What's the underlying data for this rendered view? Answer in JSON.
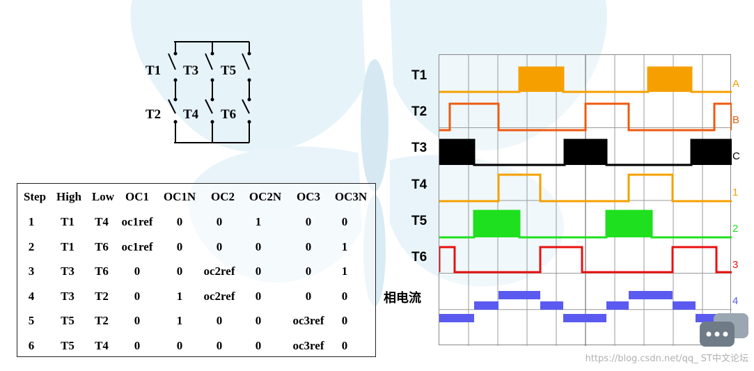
{
  "switches": {
    "top": [
      "T1",
      "T3",
      "T5"
    ],
    "bottom": [
      "T2",
      "T4",
      "T6"
    ]
  },
  "table": {
    "headers": [
      "Step",
      "High",
      "Low",
      "OC1",
      "OC1N",
      "OC2",
      "OC2N",
      "OC3",
      "OC3N"
    ],
    "rows": [
      [
        "1",
        "T1",
        "T4",
        "oc1ref",
        "0",
        "0",
        "1",
        "0",
        "0"
      ],
      [
        "2",
        "T1",
        "T6",
        "oc1ref",
        "0",
        "0",
        "0",
        "0",
        "1"
      ],
      [
        "3",
        "T3",
        "T6",
        "0",
        "0",
        "oc2ref",
        "0",
        "0",
        "1"
      ],
      [
        "4",
        "T3",
        "T2",
        "0",
        "1",
        "oc2ref",
        "0",
        "0",
        "0"
      ],
      [
        "5",
        "T5",
        "T2",
        "0",
        "1",
        "0",
        "0",
        "oc3ref",
        "0"
      ],
      [
        "6",
        "T5",
        "T4",
        "0",
        "0",
        "0",
        "0",
        "oc3ref",
        "0"
      ]
    ]
  },
  "scope": {
    "trace_labels": [
      "T1",
      "T2",
      "T3",
      "T4",
      "T5",
      "T6",
      "相电流"
    ],
    "channel_markers": [
      "A",
      "B",
      "C",
      "1",
      "2",
      "3",
      "4"
    ],
    "colors": {
      "T1": "#f5a000",
      "T2": "#ee5a10",
      "T3": "#000000",
      "T4": "#f5a000",
      "T5": "#1ee01e",
      "T6": "#e81010",
      "current": "#5a5af0"
    }
  },
  "watermark": "https://blog.csdn.net/qq_ ST中文论坛"
}
